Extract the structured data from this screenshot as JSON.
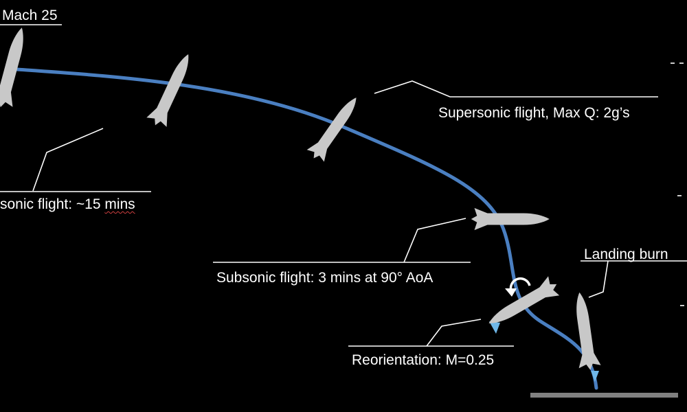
{
  "labels": {
    "mach": "Mach 25",
    "hypersonic": "sonic flight: ~15 ",
    "hypersonic_mins": "mins",
    "supersonic": "Supersonic flight, Max Q: 2g’s",
    "subsonic": "Subsonic flight: 3 mins at 90° AoA",
    "reorientation": "Reorientation: M=0.25",
    "landing": "Landing burn"
  },
  "colors": {
    "background": "#000000",
    "trajectory": "#4a7fc1",
    "vehicle": "#c8c8c8",
    "leader_lines": "#ffffff",
    "thrust_flame": "#6fb7e8",
    "landing_pad": "#808080",
    "spellcheck_underline": "#d04040"
  },
  "icons": {
    "rotation": "circular-arrow-icon",
    "vehicle": "rocket-icon"
  }
}
